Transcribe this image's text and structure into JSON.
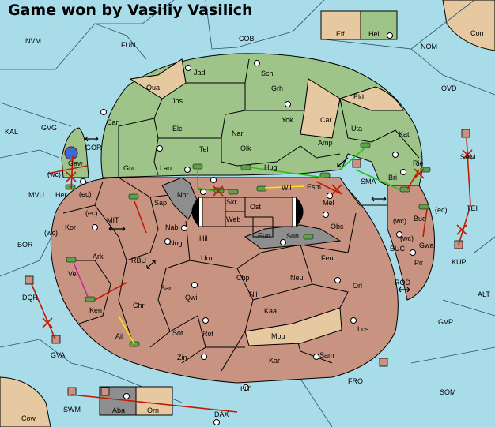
{
  "title": "Game won by Vasiliy Vasilich",
  "colors": {
    "sea": "#a8dce9",
    "land_player": "#c99381",
    "land_rival": "#9fc48a",
    "land_neutral": "#e6c9a0",
    "land_grey": "#8e8e8e",
    "move_red": "#c21a00",
    "move_green": "#2fbf1a",
    "move_yellow": "#f2e31a",
    "move_magenta": "#c8259b"
  },
  "sea_labels": [
    "NVM",
    "FUN",
    "COB",
    "NOM",
    "Con",
    "OVD",
    "KAL",
    "GVG",
    "GOR",
    "MVU",
    "MIT",
    "BOR",
    "RBU",
    "DQR",
    "GVA",
    "SWM",
    "Cow",
    "DAX",
    "LIT",
    "FRO",
    "SOM",
    "GVP",
    "ALT",
    "ROD",
    "BUC",
    "KUP",
    "TEI",
    "SAM",
    "SMA"
  ],
  "land_labels": [
    "Jad",
    "Sch",
    "Qua",
    "Jos",
    "Grh",
    "Eld",
    "Can",
    "Elc",
    "Nar",
    "Yok",
    "Car",
    "Uta",
    "Kat",
    "Amp",
    "Tel",
    "Olk",
    "Gur",
    "Lan",
    "Hug",
    "Rie",
    "Bri",
    "Gaw",
    "Her",
    "Esm",
    "Wil",
    "Nor",
    "Skr",
    "Sap",
    "Ost",
    "Mel",
    "Web",
    "Kor",
    "Nab",
    "Eun",
    "Obs",
    "Sun",
    "Hil",
    "Ark",
    "Nog",
    "Uru",
    "Feu",
    "Bue",
    "Gwa",
    "Pir",
    "Vel",
    "Chp",
    "Neu",
    "Bar",
    "Qwi",
    "Ken",
    "Orl",
    "Nil",
    "Chr",
    "Kaa",
    "Los",
    "Sot",
    "Rot",
    "Ail",
    "Mou",
    "Zin",
    "Kar",
    "Sam",
    "Elf",
    "Hel",
    "Aba",
    "Orn"
  ],
  "coast_tags": [
    "(wc)",
    "(ec)",
    "(ec)",
    "(wc)",
    "(wc)",
    "(ec)",
    "(wc)"
  ]
}
